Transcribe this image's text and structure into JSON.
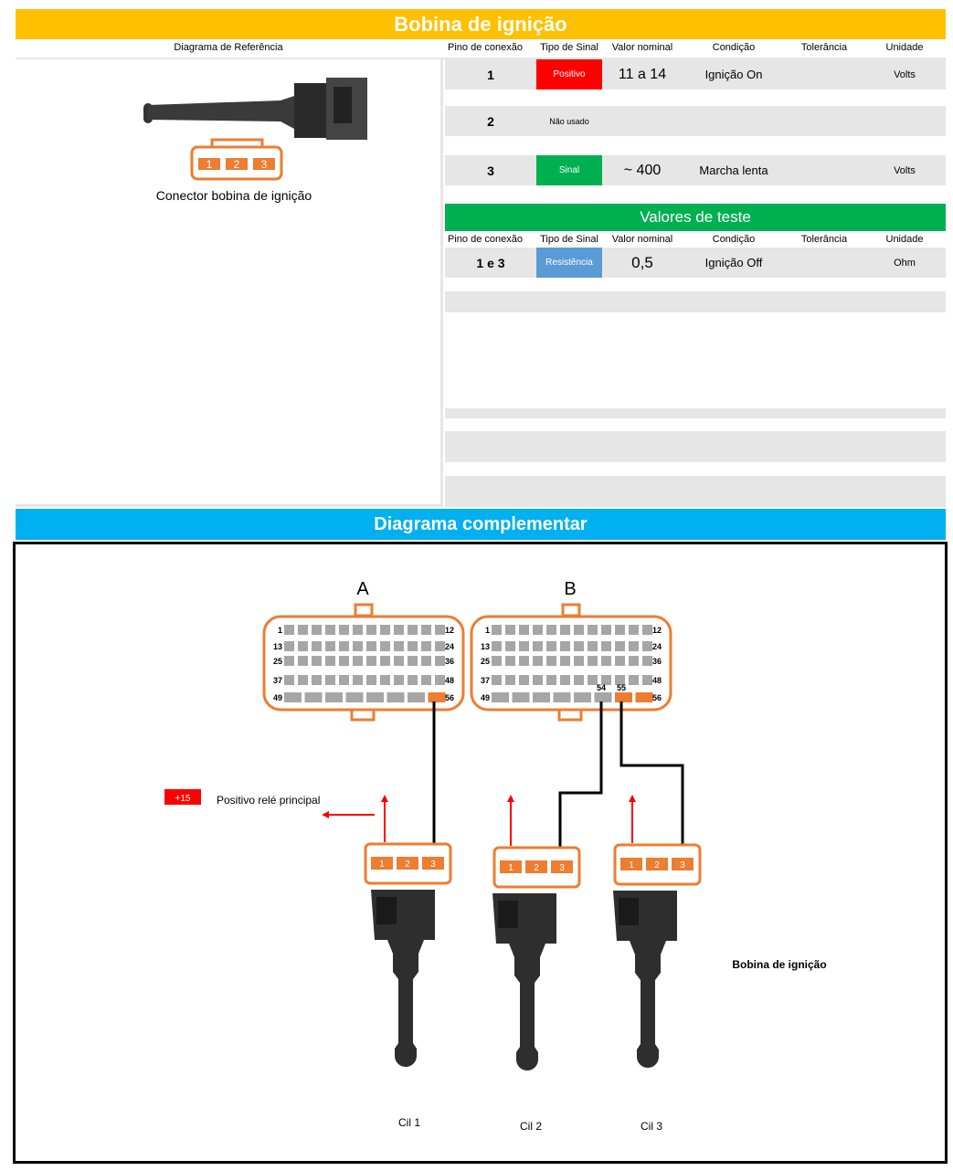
{
  "title": "Bobina de ignição",
  "colors": {
    "yellow": "#FFC000",
    "green": "#00B050",
    "blue": "#00B0F0",
    "red": "#FF0000",
    "orange": "#ED7D31",
    "resist": "#5B9BD5"
  },
  "reference": {
    "header": "Diagrama de Referência",
    "connector_pins": [
      "1",
      "2",
      "3"
    ],
    "caption": "Conector bobina de ignição"
  },
  "columns": [
    "Pino de conexão",
    "Tipo de Sinal",
    "Valor nominal",
    "Condição",
    "Tolerância",
    "Unidade"
  ],
  "rows": [
    {
      "pin": "1",
      "signal": "Positivo",
      "value": "11 a 14",
      "condition": "Ignição On",
      "tolerance": "",
      "unit": "Volts"
    },
    {
      "pin": "2",
      "signal": "Não usado",
      "value": "",
      "condition": "",
      "tolerance": "",
      "unit": ""
    },
    {
      "pin": "3",
      "signal": "Sinal",
      "value": "~ 400",
      "condition": "Marcha lenta",
      "tolerance": "",
      "unit": "Volts"
    }
  ],
  "test": {
    "title": "Valores de teste",
    "rows": [
      {
        "pin": "1 e 3",
        "signal": "Resistência",
        "value": "0,5",
        "condition": "Ignição Off",
        "tolerance": "",
        "unit": "Ohm"
      }
    ]
  },
  "complementary": {
    "title": "Diagrama complementar",
    "connector_a": "A",
    "connector_b": "B",
    "row_labels_left": [
      "1",
      "13",
      "25",
      "37",
      "49"
    ],
    "row_labels_right": [
      "12",
      "24",
      "36",
      "48",
      "56"
    ],
    "b_pin_labels": [
      "54",
      "55"
    ],
    "plus15": "+15",
    "plus15_label": "Positivo relé principal",
    "coil_pins": [
      "1",
      "2",
      "3"
    ],
    "coil_label": "Bobina de ignição",
    "cylinders": [
      "Cil 1",
      "Cil 2",
      "Cil 3"
    ]
  }
}
